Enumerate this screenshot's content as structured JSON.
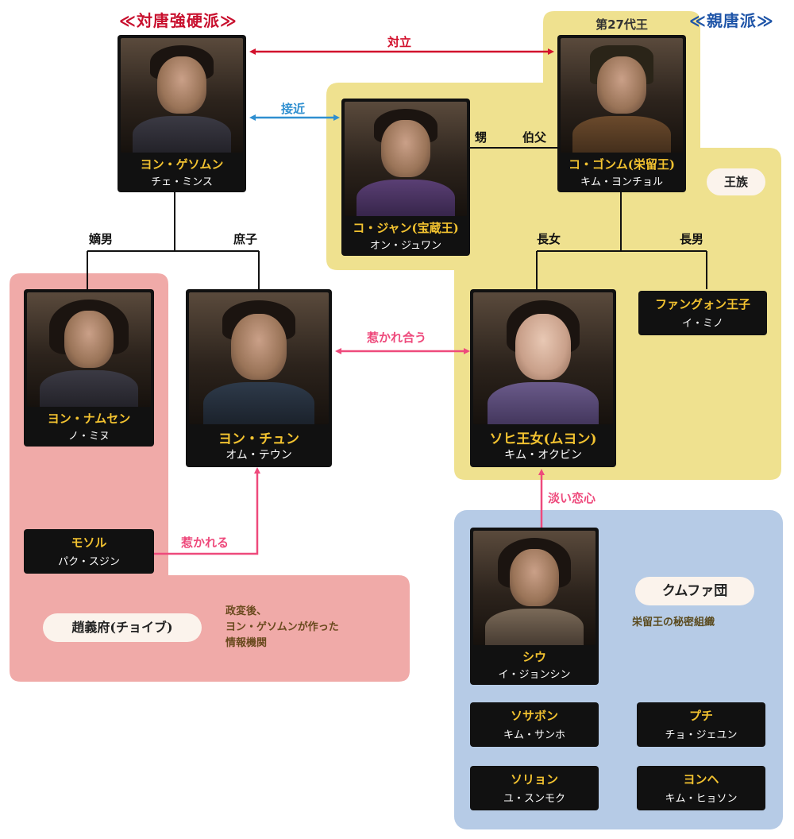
{
  "factions": {
    "anti_tang": "≪対唐強硬派≫",
    "pro_tang": "≪親唐派≫"
  },
  "king_title": "第27代王",
  "groups": {
    "royal": "王族",
    "kumfa": "クムファ団",
    "kumfa_note": "栄留王の秘密組織",
    "choibu": "趙義府(チョイブ)",
    "choibu_note_lines": [
      "政変後、",
      "ヨン・ゲソムンが作った",
      "情報機関"
    ]
  },
  "relations": {
    "confrontation": "対立",
    "approach": "接近",
    "nephew": "甥",
    "uncle": "伯父",
    "eldest_son": "嫡男",
    "illegitimate_son": "庶子",
    "eldest_daughter": "長女",
    "eldest_son_royal": "長男",
    "mutual_attraction": "惹かれ合う",
    "attracted": "惹かれる",
    "faint_love": "淡い恋心"
  },
  "characters": {
    "yeon_gaesomun": {
      "name": "ヨン・ゲソムン",
      "actor": "チェ・ミンス"
    },
    "go_geonmu": {
      "name": "コ・ゴンム(栄留王)",
      "actor": "キム・ヨンチョル"
    },
    "go_jang": {
      "name": "コ・ジャン(宝蔵王)",
      "actor": "オン・ジュワン"
    },
    "yeon_namsaeng": {
      "name": "ヨン・ナムセン",
      "actor": "ノ・ミヌ"
    },
    "yeon_chung": {
      "name": "ヨン・チュン",
      "actor": "オム・テウン"
    },
    "sohi": {
      "name": "ソヒ王女(ムヨン)",
      "actor": "キム・オクビン"
    },
    "fangwon": {
      "name": "ファングォン王子",
      "actor": "イ・ミノ"
    },
    "mosol": {
      "name": "モソル",
      "actor": "パク・スジン"
    },
    "siu": {
      "name": "シウ",
      "actor": "イ・ジョンシン"
    },
    "sosabon": {
      "name": "ソサボン",
      "actor": "キム・サンホ"
    },
    "puchi": {
      "name": "プチ",
      "actor": "チョ・ジェユン"
    },
    "soryon": {
      "name": "ソリョン",
      "actor": "ユ・スンモク"
    },
    "yonhe": {
      "name": "ヨンヘ",
      "actor": "キム・ヒョソン"
    }
  },
  "colors": {
    "royal_bg": "#efe18f",
    "choibu_bg": "#f0aaa8",
    "kumfa_bg": "#b6cbe6",
    "anti_tang_text": "#c8102e",
    "pro_tang_text": "#1f55a8",
    "confront_arrow": "#d2102c",
    "approach_arrow": "#2f8fd0",
    "love_arrow": "#ee4a7c",
    "name_gold": "#f2c230"
  }
}
